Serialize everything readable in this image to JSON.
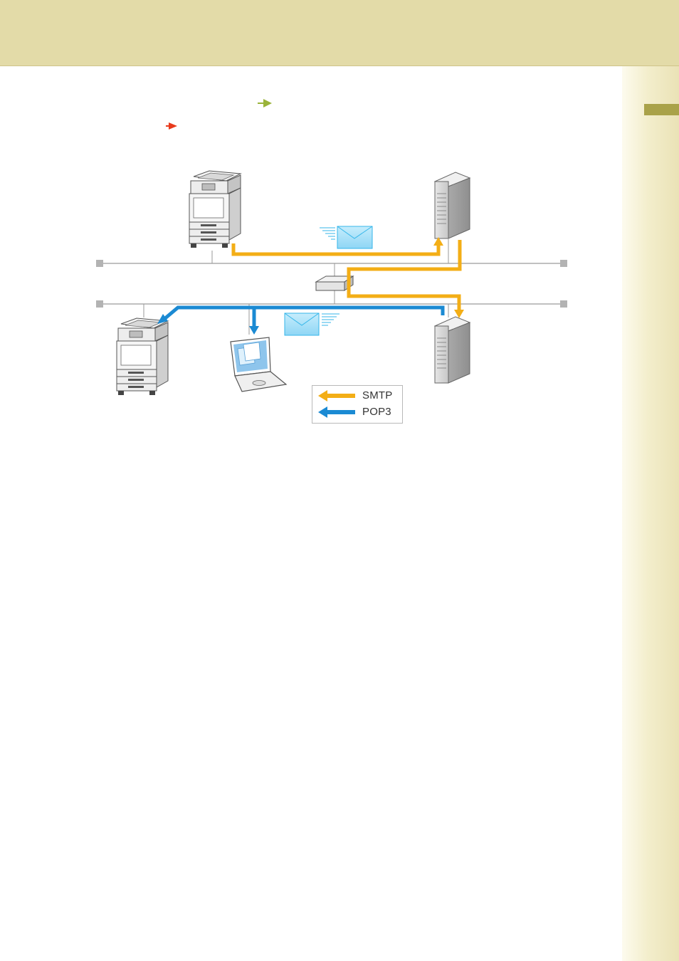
{
  "colors": {
    "header_band": "#e3dba8",
    "side_tab": "#a9a249",
    "smtp_arrow": "#f3ae16",
    "pop3_arrow": "#1b8ad3",
    "network_line": "#9a9a9a",
    "envelope": "#a8e1f8",
    "green_marker": "#9ab33a",
    "red_marker": "#e83a1c"
  },
  "icons": {
    "sender_device": "multifunction-printer-icon",
    "receiver_device": "multifunction-printer-icon",
    "laptop": "laptop-icon",
    "router": "router-icon",
    "server_top": "server-tower-icon",
    "server_bottom": "server-tower-icon",
    "email_outgoing": "email-envelope-icon",
    "email_incoming": "email-envelope-icon"
  },
  "legend": {
    "items": [
      {
        "label": "SMTP",
        "color_key": "smtp_arrow"
      },
      {
        "label": "POP3",
        "color_key": "pop3_arrow"
      }
    ]
  }
}
